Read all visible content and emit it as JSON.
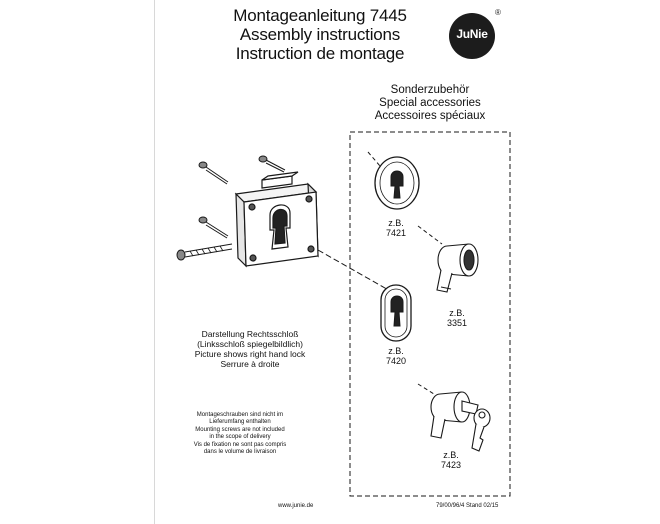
{
  "title": {
    "lines": [
      "Montageanleitung 7445",
      "Assembly instructions",
      "Instruction de montage"
    ]
  },
  "logo": {
    "text": "JuNie",
    "registered": "®"
  },
  "accessories": {
    "heading": [
      "Sonderzubehör",
      "Special accessories",
      "Accessoires spéciaux"
    ],
    "parts": [
      {
        "prefix": "z.B.",
        "number": "7421"
      },
      {
        "prefix": "z.B.",
        "number": "3351"
      },
      {
        "prefix": "z.B.",
        "number": "7420"
      },
      {
        "prefix": "z.B.",
        "number": "7423"
      }
    ]
  },
  "caption": {
    "lines": [
      "Darstellung Rechtsschloß",
      "(Linksschloß spiegelbildlich)",
      "Picture shows right hand lock",
      "Serrure à droite"
    ]
  },
  "note": {
    "lines": [
      "Montageschrauben sind nicht im",
      "Lieferumfang enthalten",
      "Mounting screws are not included",
      "in the scope of delivery",
      "Vis de fixation ne sont pas compris",
      "dans le volume de livraison"
    ]
  },
  "footer": {
    "website": "www.junie.de",
    "doc_ref": "79/00/96/4 Stand 02/15"
  },
  "colors": {
    "ink": "#1a1a1a",
    "logo_bg": "#1c1c1c",
    "paper": "#ffffff"
  }
}
